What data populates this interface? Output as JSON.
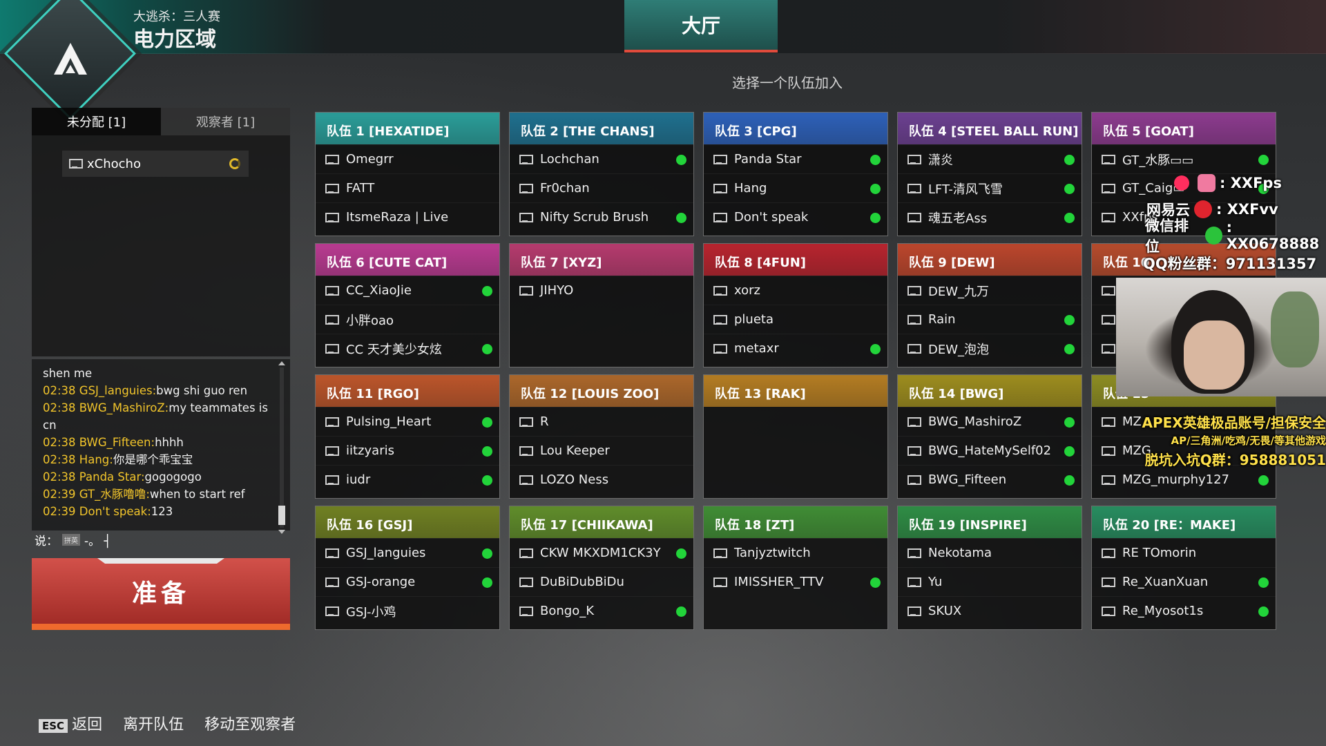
{
  "header": {
    "mode_subtitle": "大逃杀：三人赛",
    "mode_title": "电力区域",
    "lobby_tab": "大厅",
    "prompt": "选择一个队伍加入"
  },
  "left_panel": {
    "tabs": [
      {
        "label": "未分配 [1]"
      },
      {
        "label": "观察者 [1]"
      }
    ],
    "unassigned_player": "xChocho"
  },
  "chat": {
    "lines": [
      {
        "time": "",
        "name": "",
        "msg": "shen me"
      },
      {
        "time": "02:38",
        "name": "GSJ_languies:",
        "msg": "bwg shi guo ren"
      },
      {
        "time": "02:38",
        "name": "BWG_MashiroZ:",
        "msg": "my teammates is"
      },
      {
        "time": "",
        "name": "",
        "msg": "cn"
      },
      {
        "time": "02:38",
        "name": "BWG_Fifteen:",
        "msg": "hhhh"
      },
      {
        "time": "02:38",
        "name": "Hang:",
        "msg": "你是哪个乖宝宝"
      },
      {
        "time": "02:38",
        "name": "Panda Star:",
        "msg": "gogogogo"
      },
      {
        "time": "02:39",
        "name": "GT_水豚噜噜:",
        "msg": "when to start ref"
      },
      {
        "time": "02:39",
        "name": "Don't speak:",
        "msg": "123"
      }
    ],
    "input_label": "说：",
    "ime_label": "拼英",
    "input_value": "-。 ┤"
  },
  "ready_button": "准备",
  "bottom_hints": {
    "esc_key": "ESC",
    "back": "返回",
    "leave_team": "离开队伍",
    "move_to_spectator": "移动至观察者"
  },
  "colors": {
    "ready_dot": "#22d43a",
    "chat_name": "#f2c52b",
    "ready_button": "#c2423c",
    "accent_teal": "#3fd0c0"
  },
  "teams": [
    {
      "name": "队伍 1 [HEXATIDE]",
      "color": "#2a9a96",
      "players": [
        {
          "name": "Omegrr",
          "ready": false
        },
        {
          "name": "FATT",
          "ready": false
        },
        {
          "name": "ItsmeRaza | Live",
          "ready": false
        }
      ]
    },
    {
      "name": "队伍 2 [THE CHANS]",
      "color": "#1f6e8c",
      "players": [
        {
          "name": "Lochchan",
          "ready": true
        },
        {
          "name": "Fr0chan",
          "ready": false
        },
        {
          "name": "Nifty Scrub Brush",
          "ready": true
        }
      ]
    },
    {
      "name": "队伍 3 [CPG]",
      "color": "#2d5fb5",
      "players": [
        {
          "name": "Panda Star",
          "ready": true
        },
        {
          "name": "Hang",
          "ready": true
        },
        {
          "name": "Don't speak",
          "ready": true
        }
      ]
    },
    {
      "name": "队伍 4 [STEEL BALL RUN]",
      "color": "#6a3f8e",
      "players": [
        {
          "name": "潇炎",
          "ready": true
        },
        {
          "name": "LFT-清风飞雪",
          "ready": true
        },
        {
          "name": "魂五老Ass",
          "ready": true
        }
      ]
    },
    {
      "name": "队伍 5 [GOAT]",
      "color": "#8a3a8c",
      "players": [
        {
          "name": "GT_水豚▭▭",
          "ready": true
        },
        {
          "name": "GT_Caig▭",
          "ready": true
        },
        {
          "name": "XXfps",
          "ready": false
        }
      ]
    },
    {
      "name": "队伍 6 [CUTE CAT]",
      "color": "#b53a8e",
      "players": [
        {
          "name": "CC_XiaoJie",
          "ready": true
        },
        {
          "name": "小胖oao",
          "ready": false
        },
        {
          "name": "CC 天才美少女炫",
          "ready": true
        }
      ]
    },
    {
      "name": "队伍 7 [XYZ]",
      "color": "#b23a6c",
      "players": [
        {
          "name": "JIHYO",
          "ready": false
        }
      ]
    },
    {
      "name": "队伍 8 [4FUN]",
      "color": "#b4242e",
      "players": [
        {
          "name": "xorz",
          "ready": false
        },
        {
          "name": "plueta",
          "ready": false
        },
        {
          "name": "metaxr",
          "ready": true
        }
      ]
    },
    {
      "name": "队伍 9 [DEW]",
      "color": "#b8452c",
      "players": [
        {
          "name": "DEW_九万",
          "ready": false
        },
        {
          "name": "Rain",
          "ready": true
        },
        {
          "name": "DEW_泡泡",
          "ready": true
        }
      ]
    },
    {
      "name": "队伍 10",
      "color": "#b24a2c",
      "players": [
        {
          "name": "",
          "ready": false
        },
        {
          "name": "",
          "ready": false
        },
        {
          "name": "",
          "ready": false
        }
      ]
    },
    {
      "name": "队伍 11 [RGO]",
      "color": "#b8542a",
      "players": [
        {
          "name": "Pulsing_Heart",
          "ready": true
        },
        {
          "name": "iitzyaris",
          "ready": true
        },
        {
          "name": "iudr",
          "ready": true
        }
      ]
    },
    {
      "name": "队伍 12 [LOUIS ZOO]",
      "color": "#a8652a",
      "players": [
        {
          "name": "R",
          "ready": false
        },
        {
          "name": "Lou Keeper",
          "ready": false
        },
        {
          "name": "LOZO Ness",
          "ready": false
        }
      ]
    },
    {
      "name": "队伍 13 [RAK]",
      "color": "#b07a22",
      "players": []
    },
    {
      "name": "队伍 14 [BWG]",
      "color": "#9a8a1e",
      "players": [
        {
          "name": "BWG_MashiroZ",
          "ready": true
        },
        {
          "name": "BWG_HateMySelf02",
          "ready": true
        },
        {
          "name": "BWG_Fifteen",
          "ready": true
        }
      ]
    },
    {
      "name": "队伍 15",
      "color": "#8a8a22",
      "players": [
        {
          "name": "MZ",
          "ready": false
        },
        {
          "name": "MZG",
          "ready": false
        },
        {
          "name": "MZG_murphy127",
          "ready": true
        }
      ]
    },
    {
      "name": "队伍 16 [GSJ]",
      "color": "#6e7e22",
      "players": [
        {
          "name": "GSJ_languies",
          "ready": true
        },
        {
          "name": "GSJ-orange",
          "ready": true
        },
        {
          "name": "GSJ-小鸡",
          "ready": false
        }
      ]
    },
    {
      "name": "队伍 17 [CHIIKAWA]",
      "color": "#5e8a2a",
      "players": [
        {
          "name": "CKW MKXDM1CK3Y",
          "ready": true
        },
        {
          "name": "DuBiDubBiDu",
          "ready": false
        },
        {
          "name": "Bongo_K",
          "ready": true
        }
      ]
    },
    {
      "name": "队伍 18 [ZT]",
      "color": "#3f8a34",
      "players": [
        {
          "name": "Tanjyztwitch",
          "ready": false
        },
        {
          "name": "IMISSHER_TTV",
          "ready": true
        }
      ]
    },
    {
      "name": "队伍 19 [INSPIRE]",
      "color": "#2e8a44",
      "players": [
        {
          "name": "Nekotama",
          "ready": false
        },
        {
          "name": "Yu",
          "ready": false
        },
        {
          "name": "SKUX",
          "ready": false
        }
      ]
    },
    {
      "name": "队伍 20 [RE：MAKE]",
      "color": "#278a5e",
      "players": [
        {
          "name": "RE TOmorin",
          "ready": false
        },
        {
          "name": "Re_XuanXuan",
          "ready": true
        },
        {
          "name": "Re_Myosot1s",
          "ready": true
        }
      ]
    }
  ],
  "overlay": {
    "social": [
      {
        "label": ":  XXFps",
        "icon": "bilibili-icon",
        "color": "#f07aa0"
      },
      {
        "label": "网易云",
        "handle": ":  XXFvv",
        "icon": "netease-music-icon",
        "color": "#e0242e"
      },
      {
        "label": "微信排位",
        "handle": ":  XX0678888",
        "icon": "wechat-icon",
        "color": "#2bc33b"
      }
    ],
    "qq_fan_group": "QQ粉丝群：971131357",
    "promo": {
      "line1": "APEX英雄极品账号/担保安全",
      "line2": "AP/三角洲/吃鸡/无畏/等其他游戏",
      "line3": "脱坑入坑Q群：958881051"
    }
  }
}
